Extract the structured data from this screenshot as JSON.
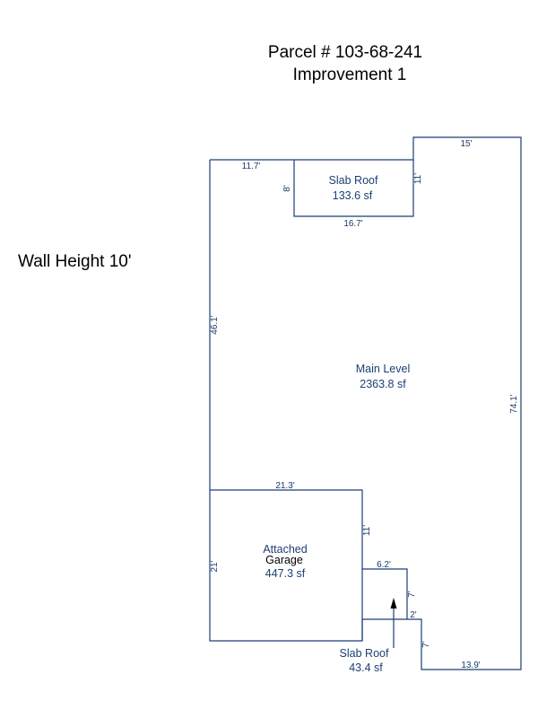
{
  "title": {
    "parcel": "Parcel # 103-68-241",
    "improvement": "Improvement 1"
  },
  "wall_height": "Wall Height 10'",
  "colors": {
    "line": "#1c3f73",
    "label": "#1c3f73",
    "text": "#000000"
  },
  "areas": {
    "slab_roof_top": {
      "name": "Slab Roof",
      "area": "133.6 sf"
    },
    "main_level": {
      "name": "Main Level",
      "area": "2363.8 sf"
    },
    "garage": {
      "name_line1": "Attached",
      "name_line2": "Garage",
      "area": "447.3 sf"
    },
    "slab_roof_bottom": {
      "name": "Slab Roof",
      "area": "43.4 sf"
    }
  },
  "dimensions": {
    "top_left": "11.7'",
    "top_right": "15'",
    "slab_top_width": "16.7'",
    "slab_top_left": "8'",
    "slab_top_right": "11'",
    "left_main": "46.1'",
    "right_main": "74.1'",
    "garage_top": "21.3'",
    "garage_right": "11'",
    "garage_left": "21'",
    "step_top": "6.2'",
    "step_right": "7'",
    "step_mid": "2'",
    "step_lower": "7'",
    "bottom_right": "13.9'"
  }
}
